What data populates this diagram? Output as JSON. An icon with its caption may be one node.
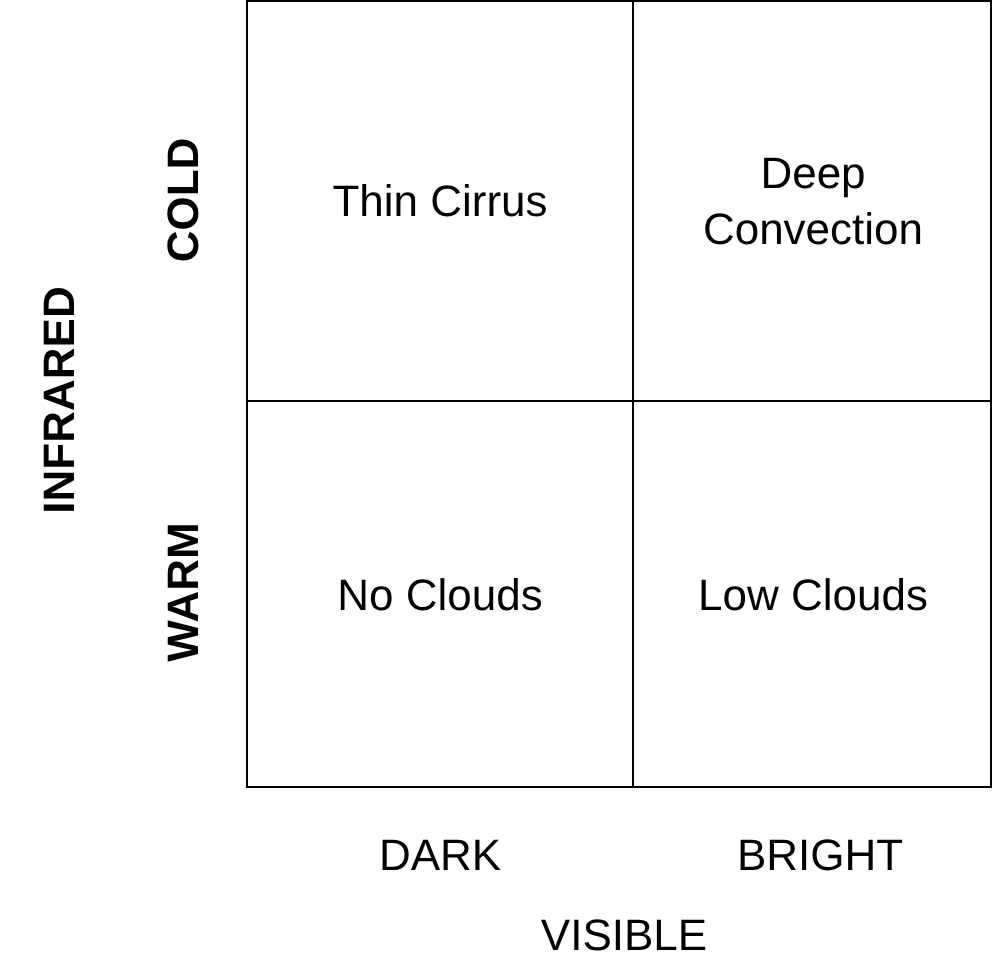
{
  "diagram": {
    "nodes": [
      {
        "text": [],
        "shape": "box"
      },
      {
        "text": [
          "Thin Cirrus"
        ],
        "in": 0
      },
      {
        "text": [
          "Deep Convection"
        ],
        "in": 0
      },
      {
        "text": [
          "No Clouds"
        ],
        "in": 0
      },
      {
        "text": [
          "Low Clouds"
        ],
        "in": 0
      }
    ],
    "labels": [
      "COLD",
      "WARM",
      "INFRARED",
      "DARK",
      "BRIGHT",
      "VISIBLE"
    ]
  }
}
